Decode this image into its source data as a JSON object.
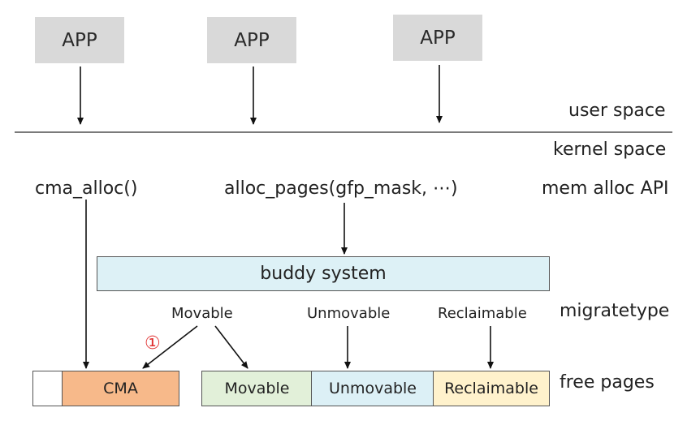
{
  "apps": [
    "APP",
    "APP",
    "APP"
  ],
  "layers": {
    "user_space": "user space",
    "kernel_space": "kernel space",
    "mem_alloc_api": "mem alloc API",
    "migratetype": "migratetype",
    "free_pages": "free pages"
  },
  "apis": {
    "cma_alloc": "cma_alloc()",
    "alloc_pages": "alloc_pages(gfp_mask, ⋯)"
  },
  "buddy_system": "buddy system",
  "migratetypes": {
    "movable": "Movable",
    "unmovable": "Unmovable",
    "reclaimable": "Reclaimable"
  },
  "free_pages": {
    "cma": "CMA",
    "movable": "Movable",
    "unmovable": "Unmovable",
    "reclaimable": "Reclaimable"
  },
  "step_marker": "①",
  "colors": {
    "app_bg": "#d9d9d9",
    "buddy_bg": "#ddf1f6",
    "cma_bg": "#f7b98a",
    "movable_bg": "#e2f0d9",
    "unmovable_bg": "#dcf0f6",
    "reclaimable_bg": "#fff2cc",
    "marker": "#e03030"
  }
}
